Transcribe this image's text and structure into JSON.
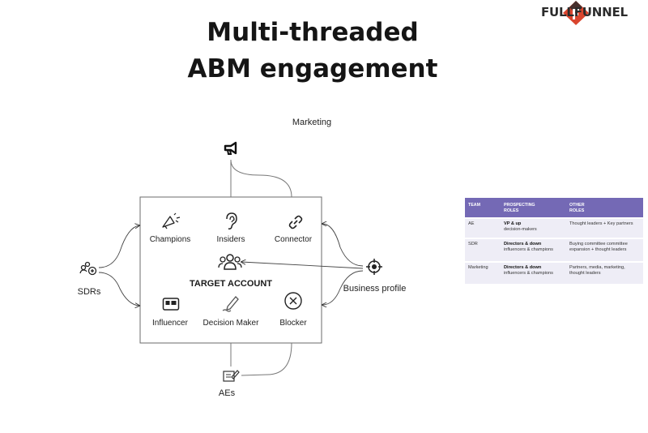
{
  "title": {
    "line1": "Multi-threaded",
    "line2": "ABM engagement"
  },
  "brand": {
    "name": "FULLFUNNEL",
    "colors": {
      "primary": "#d9452e",
      "dark": "#2b2b2b"
    }
  },
  "diagram": {
    "center_label": "TARGET ACCOUNT",
    "roles": [
      {
        "label": "Champions",
        "icon": "megaphone-sparkle-icon"
      },
      {
        "label": "Insiders",
        "icon": "ear-icon"
      },
      {
        "label": "Connector",
        "icon": "link-icon"
      },
      {
        "label": "Influencer",
        "icon": "id-card-icon"
      },
      {
        "label": "Decision Maker",
        "icon": "pen-signature-icon"
      },
      {
        "label": "Blocker",
        "icon": "x-circle-icon"
      }
    ],
    "nodes": {
      "marketing": "Marketing",
      "sdrs": "SDRs",
      "business_profile": "Business profile",
      "aes": "AEs"
    }
  },
  "table": {
    "header_color": "#7469b5",
    "row_color": "#eeedf6",
    "headers": [
      {
        "line1": "TEAM",
        "line2": ""
      },
      {
        "line1": "PROSPECTING",
        "line2": "ROLES"
      },
      {
        "line1": "OTHER",
        "line2": "ROLES"
      }
    ],
    "rows": [
      {
        "team": "AE",
        "prospect_bold": "VP & up",
        "prospect_rest": "decision-makers",
        "other_line1": "Thought leaders + Key partners",
        "other_line2": ""
      },
      {
        "team": "SDR",
        "prospect_bold": "Directors & down",
        "prospect_rest": "influencers & champions",
        "other_line1": "Buying committee committee",
        "other_line2": "expansion + thought leaders"
      },
      {
        "team": "Marketing",
        "prospect_bold": "Directors & down",
        "prospect_rest": "influencers & champions",
        "other_line1": "Partners, media, marketing,",
        "other_line2": "thought leaders"
      }
    ]
  }
}
